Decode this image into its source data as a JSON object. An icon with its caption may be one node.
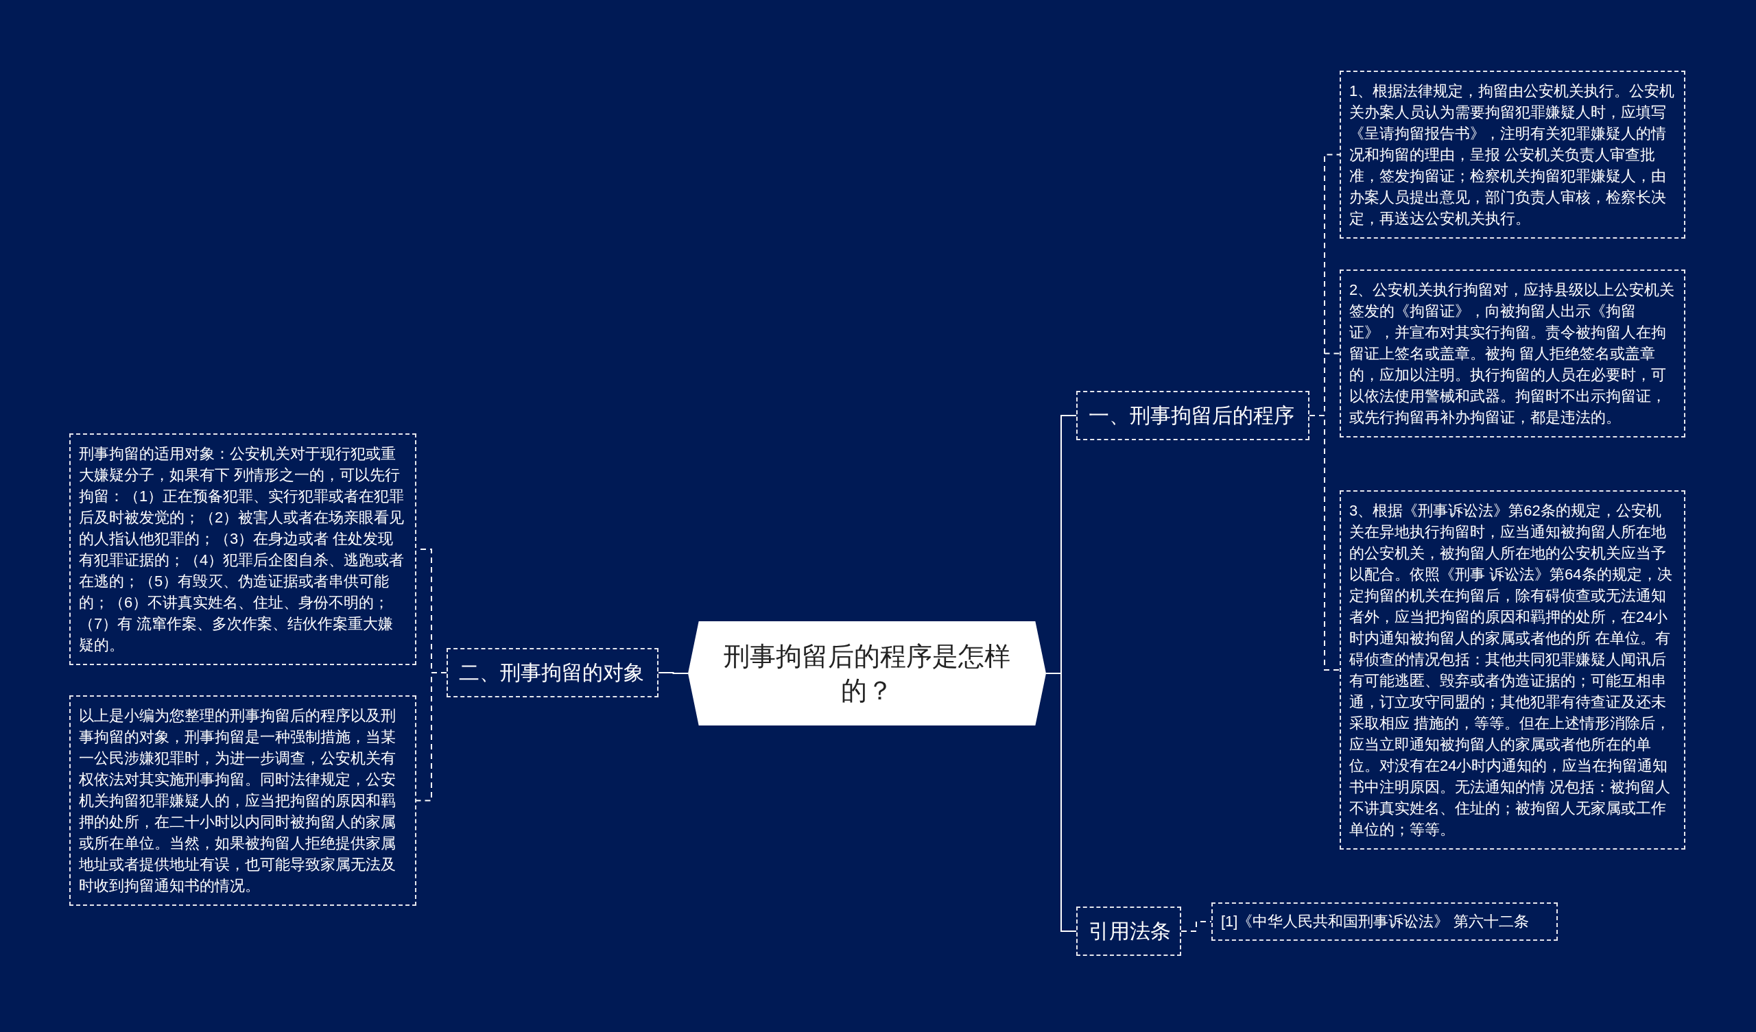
{
  "diagram": {
    "nodes": [
      {
        "text": [
          "刑事拘留后的程序是怎样的？"
        ]
      },
      {
        "text": [
          "一、刑事拘留后的程序"
        ]
      },
      {
        "text": [
          "1、根据法律规定，拘留由公安机关执行。公安机关办案人员认为需要拘留犯罪嫌疑人时，应填写《呈请拘留报告书》，注明有关犯罪嫌疑人的情况和拘留的理由，呈报 公安机关负责人审查批准，签发拘留证；检察机关拘留犯罪嫌疑人，由办案人员提出意见，部门负责人审核，检察长决定，再送达公安机关执行。"
        ]
      },
      {
        "text": [
          "2、公安机关执行拘留对，应持县级以上公安机关签发的《拘留证》，向被拘留人出示《拘留证》，并宣布对其实行拘留。责令被拘留人在拘留证上签名或盖章。被拘 留人拒绝签名或盖章的，应加以注明。执行拘留的人员在必要时，可以依法使用警械和武器。拘留时不出示拘留证，或先行拘留再补办拘留证，都是违法的。"
        ]
      },
      {
        "text": [
          "3、根据《刑事诉讼法》第62条的规定，公安机关在异地执行拘留时，应当通知被拘留人所在地的公安机关，被拘留人所在地的公安机关应当予以配合。依照《刑事 诉讼法》第64条的规定，决定拘留的机关在拘留后，除有碍侦查或无法通知者外，应当把拘留的原因和羁押的处所，在24小时内通知被拘留人的家属或者他的所 在单位。有碍侦查的情况包括：其他共同犯罪嫌疑人闻讯后有可能逃匿、毁弃或者伪造证据的；可能互相串通，订立攻守同盟的；其他犯罪有待查证及还未采取相应 措施的，等等。但在上述情形消除后，应当立即通知被拘留人的家属或者他所在的单位。对没有在24小时内通知的，应当在拘留通知书中注明原因。无法通知的情 况包括：被拘留人不讲真实姓名、住址的；被拘留人无家属或工作单位的；等等。"
        ]
      },
      {
        "text": [
          "引用法条"
        ]
      },
      {
        "text": [
          "[1]《中华人民共和国刑事诉讼法》 第六十二条"
        ]
      },
      {
        "text": [
          "二、刑事拘留的对象"
        ]
      },
      {
        "text": [
          "刑事拘留的适用对象：公安机关对于现行犯或重大嫌疑分子，如果有下 列情形之一的，可以先行拘留：（1）正在预备犯罪、实行犯罪或者在犯罪后及时被发觉的；（2）被害人或者在场亲眼看见的人指认他犯罪的；（3）在身边或者 住处发现有犯罪证据的；（4）犯罪后企图自杀、逃跑或者在逃的；（5）有毁灭、伪造证据或者串供可能的；（6）不讲真实姓名、住址、身份不明的；（7）有 流窜作案、多次作案、结伙作案重大嫌疑的。"
        ]
      },
      {
        "text": [
          "以上是小编为您整理的刑事拘留后的程序以及刑事拘留的对象，刑事拘留是一种强制措施，当某一公民涉嫌犯罪时，为进一步调查，公安机关有权依法对其实施刑事拘留。同时法律规定，公安机关拘留犯罪嫌疑人的，应当把拘留的原因和羁押的处所，在二十小时以内同时被拘留人的家属或所在单位。当然，如果被拘留人拒绝提供家属地址或者提供地址有误，也可能导致家属无法及时收到拘留通知书的情况。"
        ]
      }
    ],
    "edges": [
      {
        "from": 0,
        "to": 1,
        "arrow": "none"
      },
      {
        "from": 1,
        "to": 2,
        "arrow": "none",
        "style": "dashed"
      },
      {
        "from": 1,
        "to": 3,
        "arrow": "none",
        "style": "dashed"
      },
      {
        "from": 1,
        "to": 4,
        "arrow": "none",
        "style": "dashed"
      },
      {
        "from": 0,
        "to": 5,
        "arrow": "none"
      },
      {
        "from": 5,
        "to": 6,
        "arrow": "none",
        "style": "dashed"
      },
      {
        "from": 0,
        "to": 7,
        "arrow": "none"
      },
      {
        "from": 7,
        "to": 8,
        "arrow": "none",
        "style": "dashed"
      },
      {
        "from": 7,
        "to": 9,
        "arrow": "none",
        "style": "dashed"
      }
    ]
  }
}
